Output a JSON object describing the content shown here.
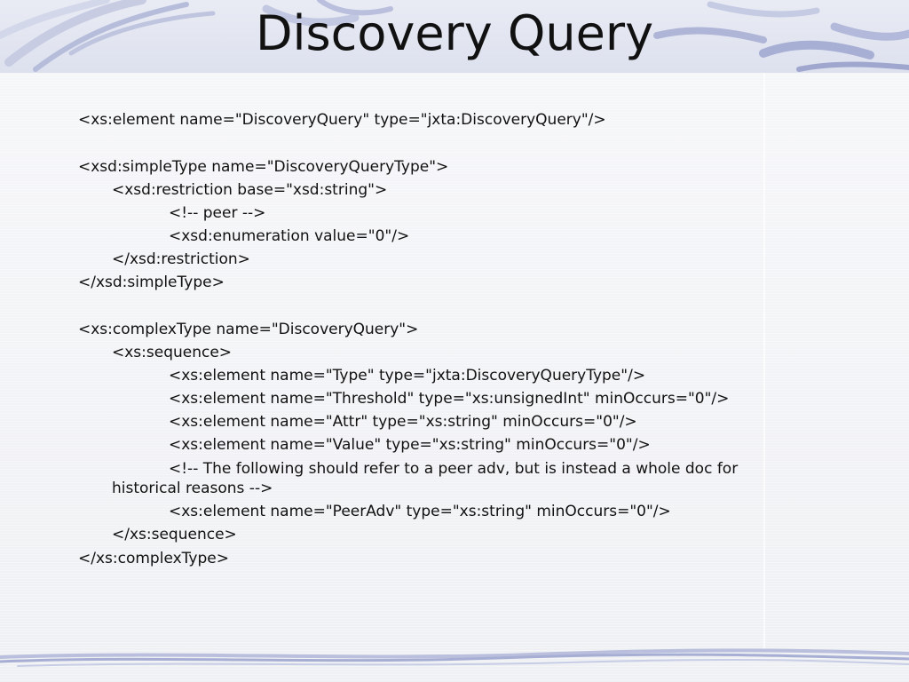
{
  "slide": {
    "title": "Discovery Query",
    "code_lines": [
      "<xs:element name=\"DiscoveryQuery\" type=\"jxta:DiscoveryQuery\"/>",
      "<xsd:simpleType name=\"DiscoveryQueryType\">",
      "<xsd:restriction base=\"xsd:string\">",
      "<!-- peer -->",
      "<xsd:enumeration value=\"0\"/>",
      "</xsd:restriction>",
      "</xsd:simpleType>",
      "<xs:complexType name=\"DiscoveryQuery\">",
      "<xs:sequence>",
      "<xs:element name=\"Type\" type=\"jxta:DiscoveryQueryType\"/>",
      "<xs:element name=\"Threshold\" type=\"xs:unsignedInt\" minOccurs=\"0\"/>",
      "<xs:element name=\"Attr\" type=\"xs:string\" minOccurs=\"0\"/>",
      "<xs:element name=\"Value\" type=\"xs:string\" minOccurs=\"0\"/>",
      "<!-- The following should refer to a peer adv, but is instead a whole doc for",
      "historical reasons -->",
      "<xs:element name=\"PeerAdv\" type=\"xs:string\" minOccurs=\"0\"/>",
      "</xs:sequence>",
      "</xs:complexType>"
    ]
  }
}
